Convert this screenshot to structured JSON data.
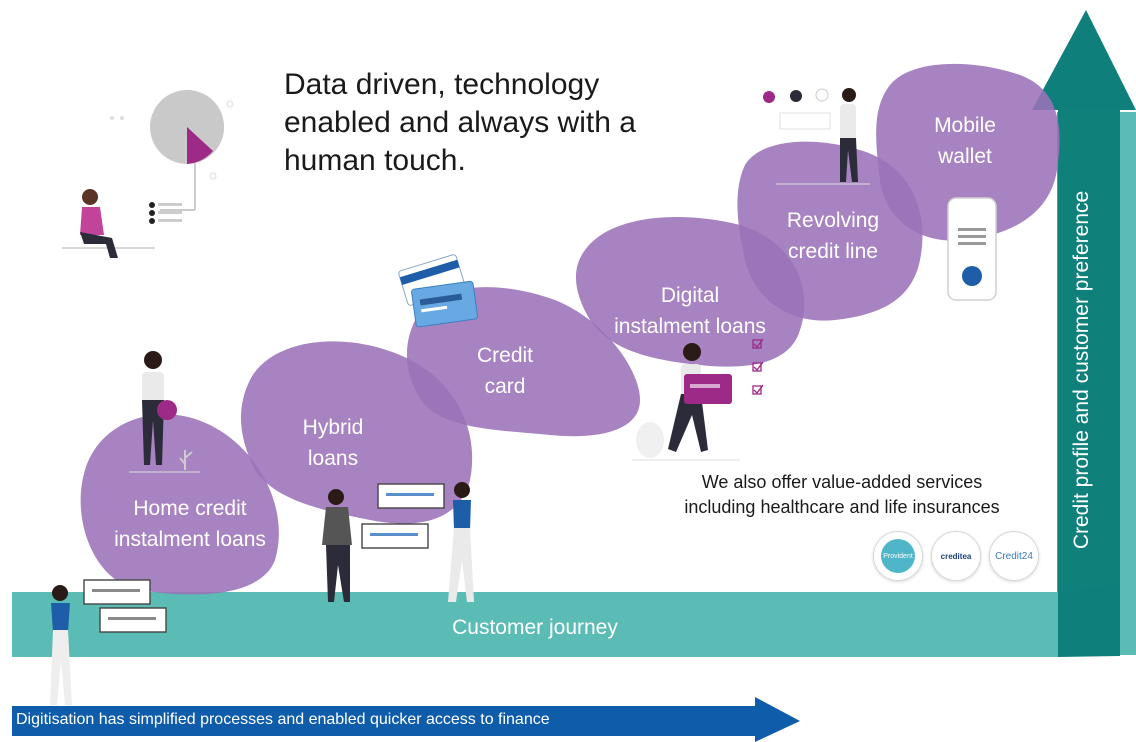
{
  "headline": {
    "line1": "Data driven, technology",
    "line2": "enabled and always with a",
    "line3": "human touch."
  },
  "products": [
    {
      "line1": "Home credit",
      "line2": "instalment loans"
    },
    {
      "line1": "Hybrid",
      "line2": "loans"
    },
    {
      "line1": "Credit",
      "line2": "card"
    },
    {
      "line1": "Digital",
      "line2": "instalment loans"
    },
    {
      "line1": "Revolving",
      "line2": "credit line"
    },
    {
      "line1": "Mobile",
      "line2": "wallet"
    }
  ],
  "services": {
    "line1": "We also offer value-added services",
    "line2": "including healthcare and life insurances"
  },
  "brands": [
    "Provident",
    "creditea",
    "Credit24"
  ],
  "journey_label": "Customer journey",
  "digitisation_label": "Digitisation has simplified processes and enabled quicker access to finance",
  "vertical_label": "Credit profile and customer preference",
  "colors": {
    "purple": "#9b72b8",
    "purple_dark": "#7d4f9e",
    "teal": "#5bbcb5",
    "teal_dark": "#0e7f7a",
    "blue_arrow": "#0f5cab",
    "magenta": "#9c2a86"
  }
}
